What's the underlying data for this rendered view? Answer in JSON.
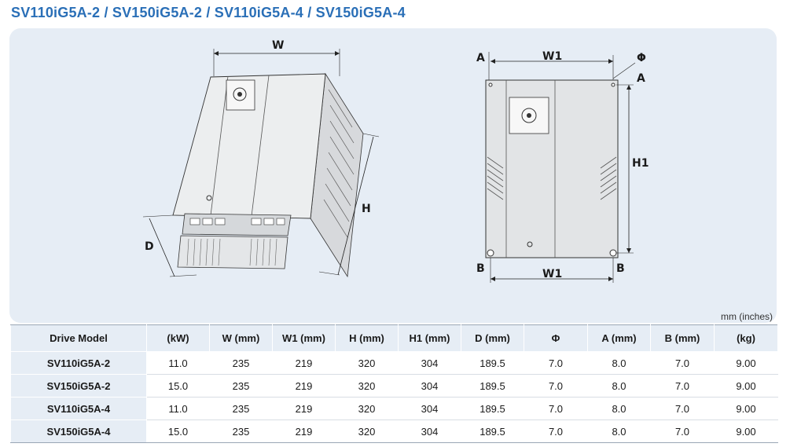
{
  "title": "SV110iG5A-2 / SV150iG5A-2 / SV110iG5A-4 / SV150iG5A-4",
  "unit_note": "mm (inches)",
  "iso_view": {
    "labels": {
      "w": "W",
      "h": "H",
      "d": "D"
    }
  },
  "front_view": {
    "labels": {
      "a_left": "A",
      "w1_top": "W1",
      "phi": "Φ",
      "a_right": "A",
      "h1": "H1",
      "b_left": "B",
      "w1_bottom": "W1",
      "b_right": "B"
    }
  },
  "table": {
    "headers": [
      "Drive Model",
      "(kW)",
      "W (mm)",
      "W1 (mm)",
      "H (mm)",
      "H1 (mm)",
      "D (mm)",
      "Φ",
      "A (mm)",
      "B (mm)",
      "(kg)"
    ],
    "rows": [
      [
        "SV110iG5A-2",
        "11.0",
        "235",
        "219",
        "320",
        "304",
        "189.5",
        "7.0",
        "8.0",
        "7.0",
        "9.00"
      ],
      [
        "SV150iG5A-2",
        "15.0",
        "235",
        "219",
        "320",
        "304",
        "189.5",
        "7.0",
        "8.0",
        "7.0",
        "9.00"
      ],
      [
        "SV110iG5A-4",
        "11.0",
        "235",
        "219",
        "320",
        "304",
        "189.5",
        "7.0",
        "8.0",
        "7.0",
        "9.00"
      ],
      [
        "SV150iG5A-4",
        "15.0",
        "235",
        "219",
        "320",
        "304",
        "189.5",
        "7.0",
        "8.0",
        "7.0",
        "9.00"
      ]
    ]
  }
}
